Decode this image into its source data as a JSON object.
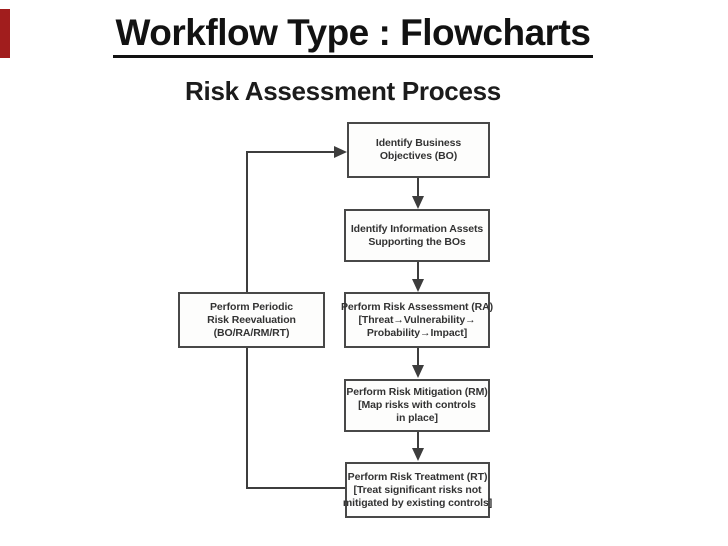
{
  "slide": {
    "title": "Workflow Type : Flowcharts",
    "subtitle": "Risk Assessment Process",
    "accent_bar_color": "#a11d1d",
    "background_color": "#ffffff"
  },
  "flowchart": {
    "line_color": "#3d3d3d",
    "nodes": {
      "identify_bo": {
        "lines": [
          "Identify Business",
          "Objectives (BO)"
        ]
      },
      "identify_assets": {
        "lines": [
          "Identify Information Assets",
          "Supporting the BOs"
        ]
      },
      "risk_assessment": {
        "lines": [
          "Perform Risk Assessment (RA)",
          "[Threat→Vulnerability→",
          "Probability→Impact]"
        ]
      },
      "risk_mitigation": {
        "lines": [
          "Perform Risk Mitigation (RM)",
          "[Map risks with controls",
          "in place]"
        ]
      },
      "risk_treatment": {
        "lines": [
          "Perform Risk Treatment (RT)",
          "[Treat significant risks not",
          "mitigated by existing controls]"
        ]
      },
      "periodic_reevaluation": {
        "lines": [
          "Perform Periodic",
          "Risk Reevaluation",
          "(BO/RA/RM/RT)"
        ]
      }
    },
    "edges": [
      {
        "from": "identify_bo",
        "to": "identify_assets",
        "type": "arrow-down"
      },
      {
        "from": "identify_assets",
        "to": "risk_assessment",
        "type": "arrow-down"
      },
      {
        "from": "risk_assessment",
        "to": "risk_mitigation",
        "type": "arrow-down"
      },
      {
        "from": "risk_mitigation",
        "to": "risk_treatment",
        "type": "arrow-down"
      },
      {
        "from": "risk_treatment",
        "to": "identify_bo",
        "type": "feedback-loop",
        "through": "periodic_reevaluation"
      }
    ]
  }
}
